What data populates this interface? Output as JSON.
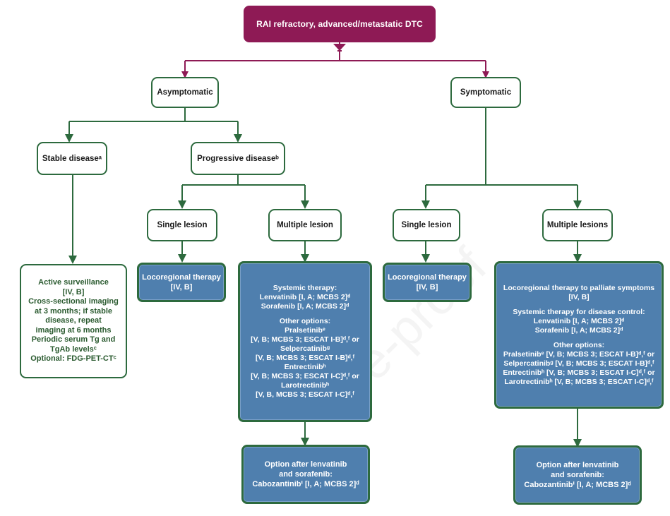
{
  "root": "RAI refractory, advanced/metastatic DTC",
  "asymptomatic": "Asymptomatic",
  "symptomatic": "Symptomatic",
  "stable_disease": "Stable diseaseᵃ",
  "progressive_disease": "Progressive diseaseᵇ",
  "single_lesion_left": "Single lesion",
  "multiple_lesion_left": "Multiple lesion",
  "single_lesion_right": "Single lesion",
  "multiple_lesions_right": "Multiple lesions",
  "active_surveillance": [
    "Active surveillance",
    "[IV, B]",
    "Cross-sectional imaging",
    "at 3 months; if stable",
    "disease, repeat",
    "imaging at 6 months",
    "Periodic serum Tg and",
    "TgAb levelsᶜ",
    "Optional: FDG-PET-CTᶜ"
  ],
  "locoregional_left": [
    "Locoregional therapy",
    "[IV, B]"
  ],
  "locoregional_right": [
    "Locoregional therapy",
    "[IV, B]"
  ],
  "systemic_left": {
    "block1": [
      "Systemic therapy:",
      "Lenvatinib [I, A; MCBS 2]ᵈ",
      "Sorafenib [I, A; MCBS 2]ᵈ"
    ],
    "block2": [
      "Other options:",
      "Pralsetinibᵉ",
      "[V, B; MCBS 3; ESCAT I-B]ᵈ,ᶠ or",
      "Selpercatinibᵍ",
      "[V, B; MCBS 3; ESCAT I-B]ᵈ,ᶠ",
      "Entrectinibʰ",
      "[V, B; MCBS 3; ESCAT I-C]ᵈ,ᶠ or",
      "Larotrectinibʰ",
      "[V, B, MCBS 3; ESCAT I-C]ᵈ,ᶠ"
    ]
  },
  "systemic_right": {
    "block1": [
      "Locoregional therapy to palliate symptoms",
      "[IV, B]"
    ],
    "block2": [
      "Systemic therapy for disease control:",
      "Lenvatinib [I, A; MCBS 2]ᵈ",
      "Sorafenib [I, A; MCBS 2]ᵈ"
    ],
    "block3": [
      "Other options:",
      "Pralsetinibᵉ [V, B; MCBS 3; ESCAT I-B]ᵈ,ᶠ or",
      "Selpercatinibᵍ [V, B; MCBS 3; ESCAT I-B]ᵈ,ᶠ",
      "Entrectinibʰ [V, B; MCBS 3; ESCAT I-C]ᵈ,ᶠ or",
      "Larotrectinibʰ [V, B; MCBS 3; ESCAT I-C]ᵈ,ᶠ"
    ]
  },
  "option_left": [
    "Option after lenvatinib",
    "and sorafenib:",
    "Cabozantinibⁱ [I, A; MCBS 2]ᵈ"
  ],
  "option_right": [
    "Option after lenvatinib",
    "and sorafenib:",
    "Cabozantinibⁱ [I, A; MCBS 2]ᵈ"
  ],
  "watermark": "Pre-proof",
  "colors": {
    "root": "#8e1a55",
    "green": "#2d6a3e",
    "blue": "#4f7fae"
  }
}
